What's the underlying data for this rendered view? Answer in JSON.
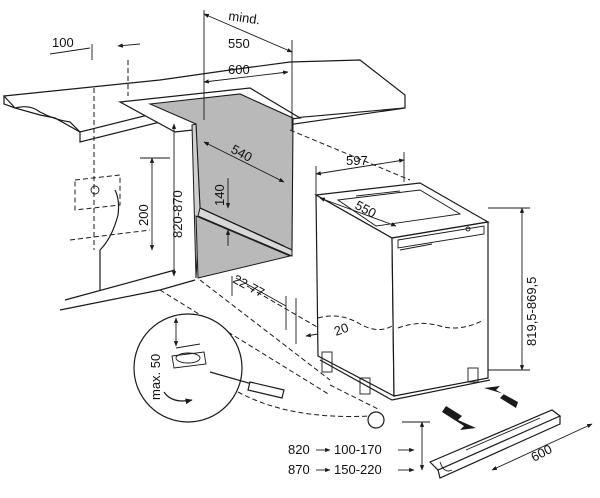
{
  "dimensions": {
    "wall_offset": "100",
    "mind_label": "mind.",
    "niche_depth_min": "550",
    "niche_width": "600",
    "niche_depth": "540",
    "niche_height": "820-870",
    "opening_height": "200",
    "opening_offset": "140",
    "gap": "22-77",
    "appliance_width": "597",
    "appliance_depth": "550",
    "appliance_height": "819,5-869,5",
    "toe_offset": "20",
    "max_adjust": "max. 50",
    "plinth_width": "600"
  },
  "plinth_table": [
    {
      "height": "820",
      "range": "100-170"
    },
    {
      "height": "870",
      "range": "150-220"
    }
  ],
  "colors": {
    "niche_fill": "#b9b9b9",
    "stroke": "#1a1a1a"
  }
}
